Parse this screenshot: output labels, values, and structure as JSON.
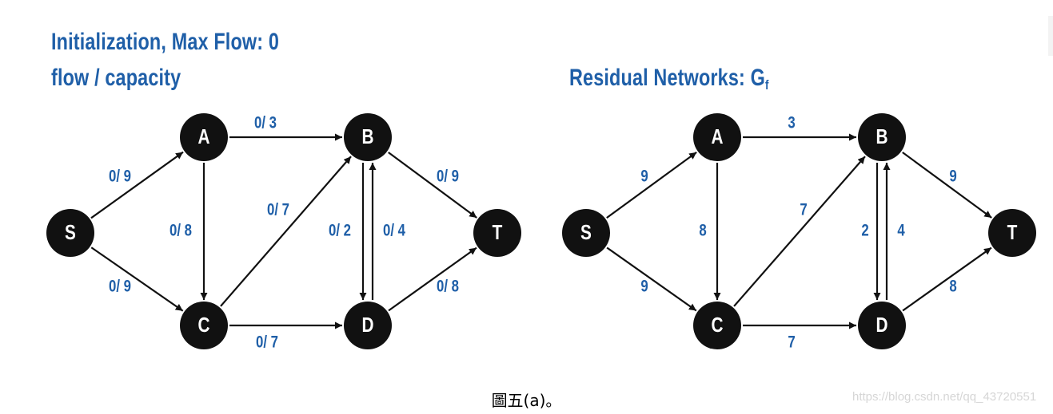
{
  "left_panel": {
    "title_line1": "Initialization, Max Flow: 0",
    "title_line2": "flow / capacity",
    "nodes": [
      "S",
      "A",
      "B",
      "C",
      "D",
      "T"
    ],
    "edges": [
      {
        "from": "S",
        "to": "A",
        "label": "0/ 9"
      },
      {
        "from": "S",
        "to": "C",
        "label": "0/ 9"
      },
      {
        "from": "A",
        "to": "B",
        "label": "0/ 3"
      },
      {
        "from": "A",
        "to": "C",
        "label": "0/ 8"
      },
      {
        "from": "C",
        "to": "B",
        "label": "0/ 7"
      },
      {
        "from": "C",
        "to": "D",
        "label": "0/ 7"
      },
      {
        "from": "B",
        "to": "D",
        "label": "0/ 2"
      },
      {
        "from": "D",
        "to": "B",
        "label": "0/ 4"
      },
      {
        "from": "B",
        "to": "T",
        "label": "0/ 9"
      },
      {
        "from": "D",
        "to": "T",
        "label": "0/ 8"
      }
    ]
  },
  "right_panel": {
    "title": "Residual Networks: G",
    "title_subscript": "f",
    "nodes": [
      "S",
      "A",
      "B",
      "C",
      "D",
      "T"
    ],
    "edges": [
      {
        "from": "S",
        "to": "A",
        "label": "9"
      },
      {
        "from": "S",
        "to": "C",
        "label": "9"
      },
      {
        "from": "A",
        "to": "B",
        "label": "3"
      },
      {
        "from": "A",
        "to": "C",
        "label": "8"
      },
      {
        "from": "C",
        "to": "B",
        "label": "7"
      },
      {
        "from": "C",
        "to": "D",
        "label": "7"
      },
      {
        "from": "B",
        "to": "D",
        "label": "2"
      },
      {
        "from": "D",
        "to": "B",
        "label": "4"
      },
      {
        "from": "B",
        "to": "T",
        "label": "9"
      },
      {
        "from": "D",
        "to": "T",
        "label": "8"
      }
    ]
  },
  "caption": "圖五(a)。",
  "watermark": "https://blog.csdn.net/qq_43720551",
  "colors": {
    "node_fill": "#111111",
    "node_text": "#ffffff",
    "label": "#1f5fa8",
    "edge": "#111111"
  }
}
